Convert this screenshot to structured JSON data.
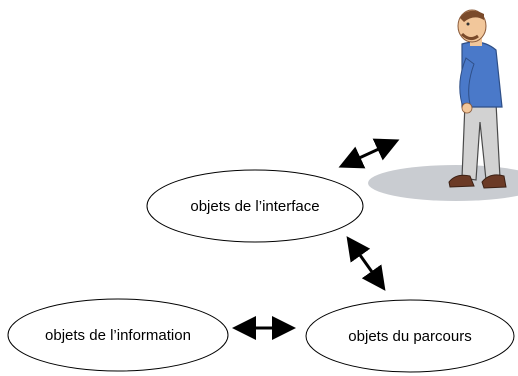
{
  "diagram": {
    "nodes": [
      {
        "id": "interface",
        "label": "objets de l’interface"
      },
      {
        "id": "information",
        "label": "objets de l’information"
      },
      {
        "id": "parcours",
        "label": "objets du parcours"
      }
    ],
    "edges": [
      {
        "from": "user",
        "to": "interface",
        "style": "double-arrow"
      },
      {
        "from": "interface",
        "to": "parcours",
        "style": "double-arrow"
      },
      {
        "from": "information",
        "to": "parcours",
        "style": "double-arrow"
      }
    ],
    "illustration": {
      "icon": "user-figure-icon",
      "colors": {
        "shirt": "#4a79c9",
        "pants": "#d2d2d2",
        "skin": "#f2c79b",
        "hair": "#7a4a2a",
        "shadow": "#c9ccd1"
      }
    }
  }
}
